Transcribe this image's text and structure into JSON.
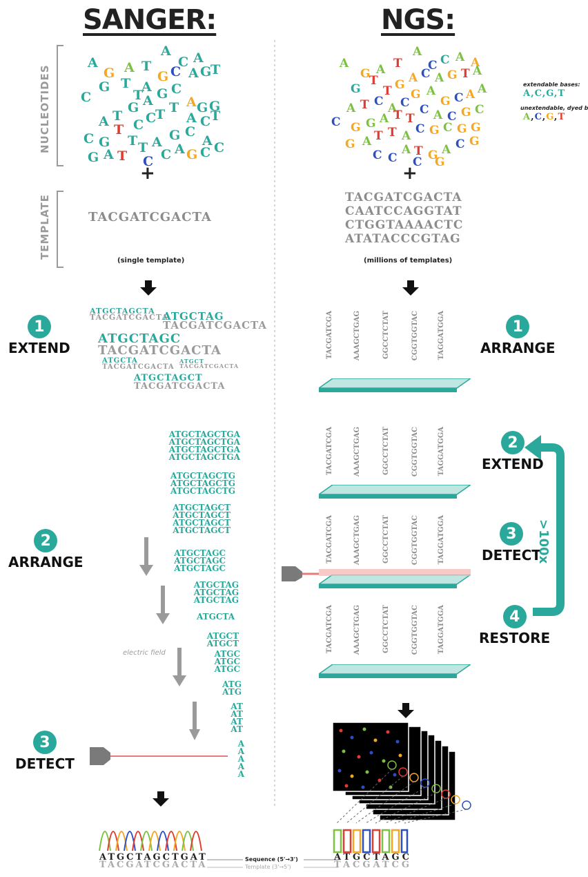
{
  "headings": {
    "sanger": "SANGER:",
    "ngs": "NGS:"
  },
  "side_labels": {
    "nucleotides": "NUCLEOTIDES",
    "template": "TEMPLATE"
  },
  "sanger": {
    "template_seq": "TACGATCGACTA",
    "template_note": "(single template)",
    "extend_fragments": [
      {
        "top": "ATGCTAGCTA",
        "bottom": "TACGATCGACTA"
      },
      {
        "top": "ATGCTAG",
        "bottom": "TACGATCGACTA"
      },
      {
        "top": "ATGCTAGC",
        "bottom": "TACGATCGACTA"
      },
      {
        "top": "ATGCTA",
        "bottom": "TACGATCGACTA"
      },
      {
        "top": "ATGCT",
        "bottom": "TACGATCGACTA"
      },
      {
        "top": "ATGCTAGCT",
        "bottom": "TACGATCGACTA"
      }
    ],
    "ladder": [
      "ATGCTAGCTGA",
      "ATGCTAGCTG",
      "ATGCTAGCT",
      "ATGCTAGC",
      "ATGCTAG",
      "ATGCTA",
      "ATGCT",
      "ATGC",
      "ATG",
      "AT",
      "A"
    ],
    "electric_field": "electric field",
    "read_sequence": "ATGCTAGCTGAT",
    "read_template": "TACGATCGACTA"
  },
  "ngs": {
    "templates": [
      "TACGATCGACTA",
      "CAATCCAGGTAT",
      "CTGGTAAAACTC",
      "ATATACCCGTAG"
    ],
    "template_note": "(millions of templates)",
    "legend_extendable_label": "extendable bases:",
    "legend_extendable_bases": "A,C,G,T",
    "legend_unextendable_label": "unextendable, dyed bases",
    "legend_unextendable_bases": [
      "A",
      "C",
      "G",
      "T"
    ],
    "strands": [
      "TACGATCGA",
      "AAAGCTGAG",
      "GGCCTCTAT",
      "CGGTGGTAC",
      "TAGGATGGA"
    ],
    "repeat": ">100x",
    "read_sequence": "ATGCTAGC",
    "read_template": "TACGATCG"
  },
  "steps": {
    "s1_extend": {
      "num": "1",
      "label": "EXTEND"
    },
    "s2_arrange": {
      "num": "2",
      "label": "ARRANGE"
    },
    "s3_detect": {
      "num": "3",
      "label": "DETECT"
    },
    "n1_arrange": {
      "num": "1",
      "label": "ARRANGE"
    },
    "n2_extend": {
      "num": "2",
      "label": "EXTEND"
    },
    "n3_detect": {
      "num": "3",
      "label": "DETECT"
    },
    "n4_restore": {
      "num": "4",
      "label": "RESTORE"
    }
  },
  "bottom": {
    "sequence_label": "Sequence (5'→3')",
    "template_label": "Template (3'→5')"
  },
  "colors": {
    "A": "#7dc143",
    "C": "#2c4fc4",
    "G": "#f5a623",
    "T": "#e03c31",
    "teal": "#2aa89b",
    "gray": "#8c8c8c"
  }
}
